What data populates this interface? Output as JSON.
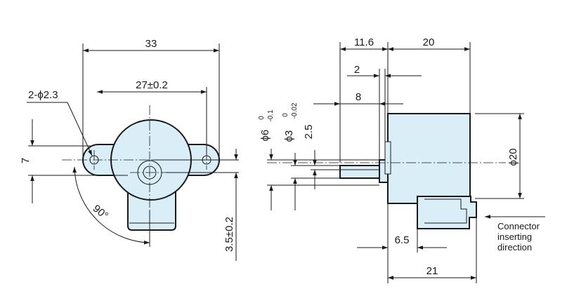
{
  "front_view": {
    "dim_width_total": "33",
    "dim_hole_pitch": "27±0.2",
    "dim_mount_holes": "2-ϕ2.3",
    "dim_height_offset": "7",
    "dim_angle": "90°",
    "dim_connector": "3.5±0.2"
  },
  "side_view": {
    "dim_shaft_len": "11.6",
    "dim_body_depth": "20",
    "dim_step": "2",
    "dim_boss": "8",
    "dim_shaft_dia": "ϕ6",
    "dim_shaft_dia_tol_upper": "0",
    "dim_shaft_dia_tol_lower": "-0.1",
    "dim_pin_dia": "ϕ3",
    "dim_pin_dia_tol_upper": "0",
    "dim_pin_dia_tol_lower": "-0.02",
    "dim_flat": "2.5",
    "dim_body_dia": "ϕ20",
    "dim_connector_offset": "6.5",
    "dim_overall": "21",
    "note_line1": "Connector",
    "note_line2": "inserting",
    "note_line3": "direction"
  }
}
